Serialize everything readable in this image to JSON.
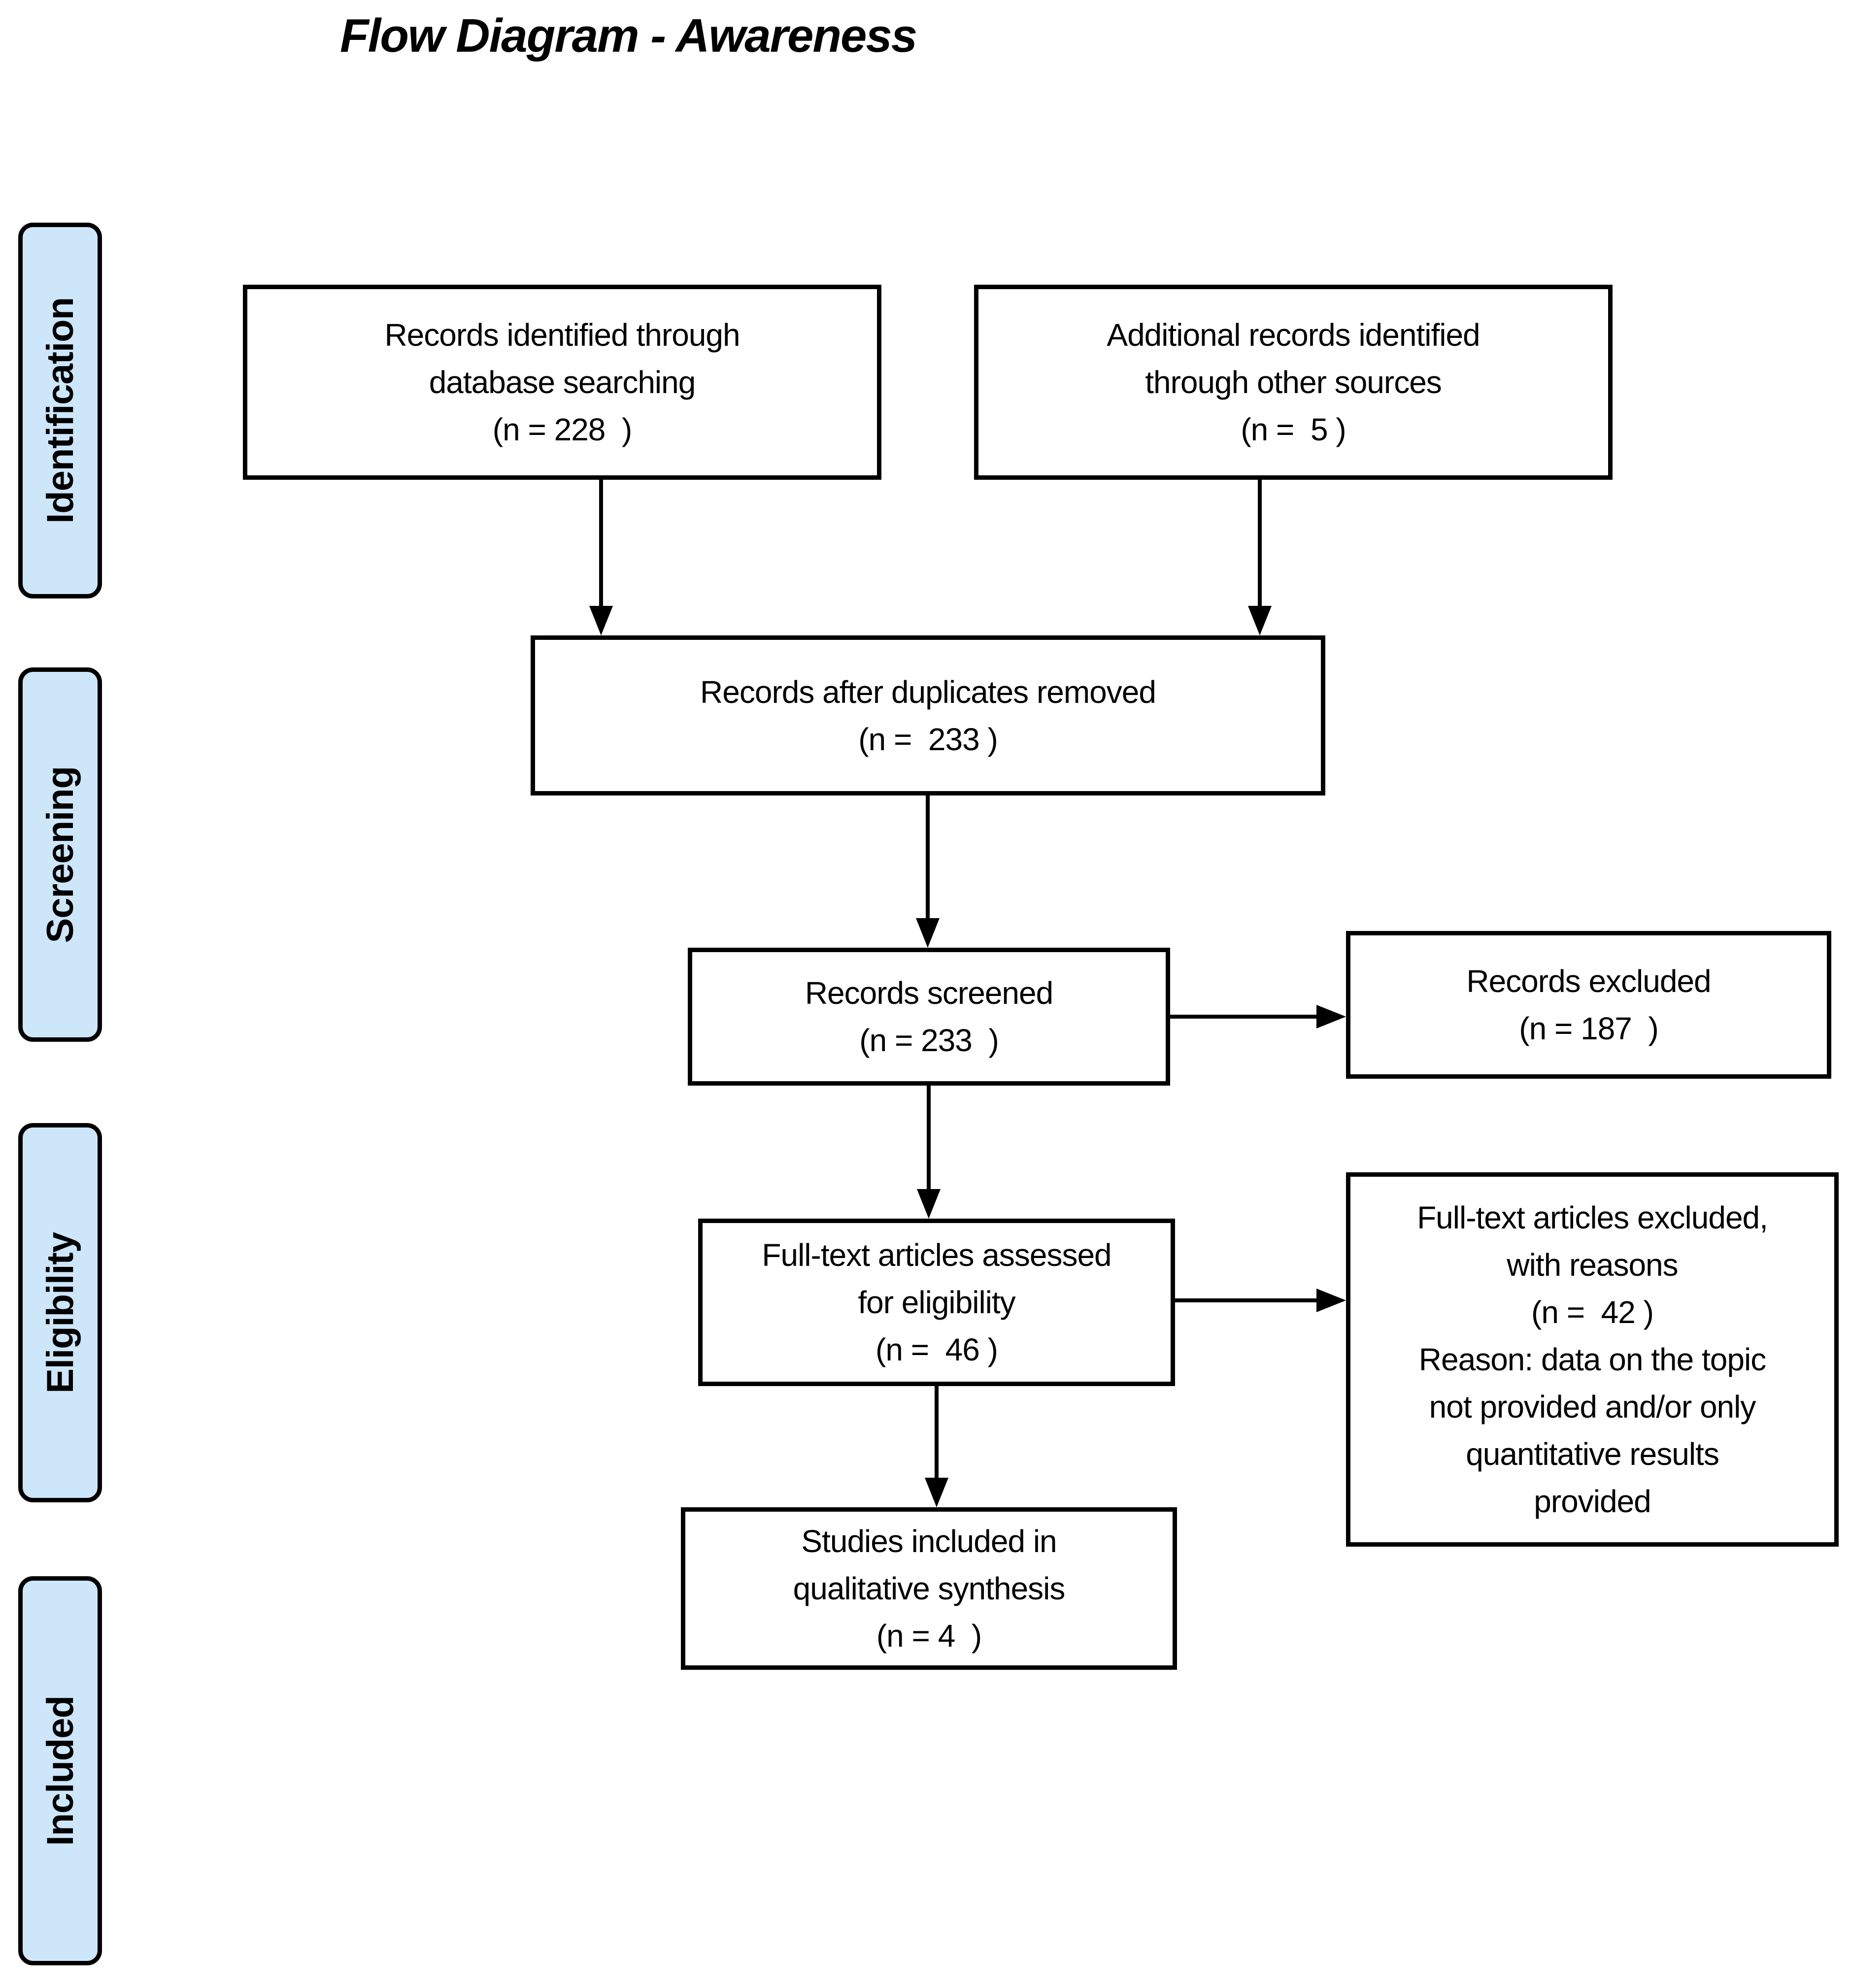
{
  "title": "Flow Diagram - Awareness",
  "stages": [
    {
      "id": "identification",
      "label": "Identification"
    },
    {
      "id": "screening",
      "label": "Screening"
    },
    {
      "id": "eligibility",
      "label": "Eligibility"
    },
    {
      "id": "included",
      "label": "Included"
    }
  ],
  "boxes": {
    "identified": "Records identified through\ndatabase searching\n(n = 228  )",
    "additional": "Additional records identified\nthrough other sources\n(n =  5 )",
    "deduplicated": "Records after duplicates removed\n(n =  233 )",
    "screened": "Records screened\n(n = 233  )",
    "excluded": "Records excluded\n(n = 187  )",
    "fulltext_assessed": "Full-text articles assessed\nfor eligibility\n(n =  46 )",
    "fulltext_excluded": "Full-text articles excluded,\nwith reasons\n(n =  42 )\nReason: data on the topic\nnot provided and/or only\nquantitative results\nprovided",
    "included_qualitative": "Studies included in\nqualitative synthesis\n(n = 4  )"
  },
  "colors": {
    "stage_fill": "#cde6f9",
    "box_fill": "#ffffff",
    "line_color": "#000000"
  }
}
